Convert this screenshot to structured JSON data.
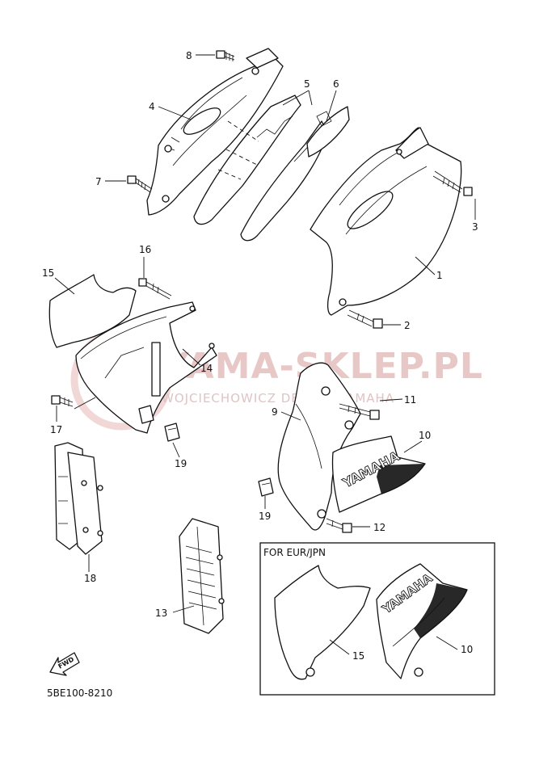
{
  "watermark": {
    "title": "YAMA-SKLEP.PL",
    "subtitle": "WOJCIECHOWICZ DEALER YAMAHA",
    "color": "#e8c7c7"
  },
  "brand_text": "YAMAHA",
  "inset_title": "FOR EUR/JPN",
  "fwd_label": "FWD",
  "figure_code": "5BE100-8210",
  "callouts": {
    "c1": "1",
    "c2": "2",
    "c3": "3",
    "c4": "4",
    "c5": "5",
    "c6": "6",
    "c7": "7",
    "c8": "8",
    "c9": "9",
    "c10": "10",
    "c11": "11",
    "c12": "12",
    "c13": "13",
    "c14": "14",
    "c15": "15",
    "c16": "16",
    "c17": "17",
    "c18": "18",
    "c19a": "19",
    "c19b": "19",
    "c10b": "10",
    "c15b": "15"
  }
}
